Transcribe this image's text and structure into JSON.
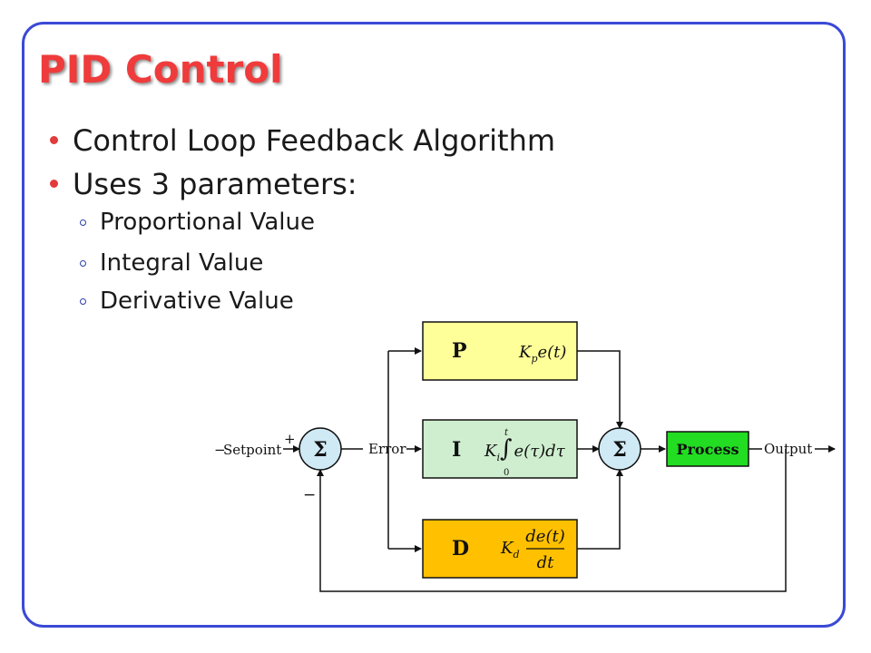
{
  "slide": {
    "title": "PID Control",
    "bullets": [
      {
        "text": "Control Loop Feedback Algorithm"
      },
      {
        "text": "Uses 3 parameters:",
        "sub": [
          "Proportional Value",
          "Integral Value",
          "Derivative Value"
        ]
      }
    ]
  },
  "diagram": {
    "setpoint_label": "Setpoint",
    "plus_sign": "+",
    "minus_sign": "−",
    "sum_symbol": "Σ",
    "error_label": "Error",
    "output_label": "Output",
    "process_label": "Process",
    "p_block": {
      "letter": "P",
      "formula": "Kpe(t)"
    },
    "i_block": {
      "letter": "I",
      "formula": "Ki∫e(τ)dτ",
      "lower_limit": "0",
      "upper_limit": "t"
    },
    "d_block": {
      "letter": "D",
      "formula": "Kd de(t)/dt"
    },
    "colors": {
      "frame": "#3b49d6",
      "title": "#ef3b3b",
      "bullet": "#e23b3b",
      "p_block": "#ffff99",
      "i_block": "#cfeecf",
      "d_block": "#ffc000",
      "process": "#22dd22",
      "sum_node": "#cfe9f5"
    }
  }
}
